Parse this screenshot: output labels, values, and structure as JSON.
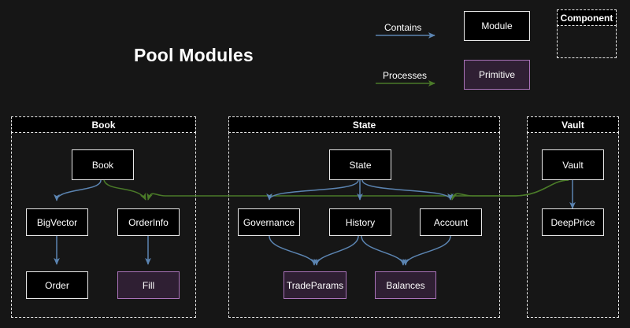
{
  "page": {
    "title": "Pool Modules",
    "background_color": "#161616"
  },
  "colors": {
    "module_fill": "#000000",
    "module_border": "#e8e8e8",
    "primitive_fill": "#2f1f33",
    "primitive_border": "#a972b8",
    "contains_arrow": "#5b84b1",
    "processes_arrow": "#4a7a28",
    "text": "#ffffff"
  },
  "legend": {
    "relations": [
      {
        "label": "Contains",
        "color": "#5b84b1"
      },
      {
        "label": "Processes",
        "color": "#4a7a28"
      }
    ],
    "shapes": [
      {
        "label": "Module",
        "kind": "module"
      },
      {
        "label": "Primitive",
        "kind": "primitive"
      }
    ],
    "component": {
      "label": "Component",
      "kind": "container"
    }
  },
  "containers": [
    {
      "name": "Book",
      "label": "Book"
    },
    {
      "name": "State",
      "label": "State"
    },
    {
      "name": "Vault",
      "label": "Vault"
    }
  ],
  "nodes": {
    "book": {
      "label": "Book",
      "kind": "module",
      "container": "Book"
    },
    "bigvector": {
      "label": "BigVector",
      "kind": "module",
      "container": "Book"
    },
    "orderinfo": {
      "label": "OrderInfo",
      "kind": "module",
      "container": "Book"
    },
    "order": {
      "label": "Order",
      "kind": "module",
      "container": "Book"
    },
    "fill": {
      "label": "Fill",
      "kind": "primitive",
      "container": "Book"
    },
    "state": {
      "label": "State",
      "kind": "module",
      "container": "State"
    },
    "governance": {
      "label": "Governance",
      "kind": "module",
      "container": "State"
    },
    "history": {
      "label": "History",
      "kind": "module",
      "container": "State"
    },
    "account": {
      "label": "Account",
      "kind": "module",
      "container": "State"
    },
    "tradeparams": {
      "label": "TradeParams",
      "kind": "primitive",
      "container": "State"
    },
    "balances": {
      "label": "Balances",
      "kind": "primitive",
      "container": "State"
    },
    "vault": {
      "label": "Vault",
      "kind": "module",
      "container": "Vault"
    },
    "deepprice": {
      "label": "DeepPrice",
      "kind": "module",
      "container": "Vault"
    }
  },
  "edges": [
    {
      "from": "book",
      "to": "bigvector",
      "relation": "Contains"
    },
    {
      "from": "book",
      "to": "order",
      "relation": "Contains",
      "via": "bigvector"
    },
    {
      "from": "orderinfo",
      "to": "fill",
      "relation": "Contains"
    },
    {
      "from": "state",
      "to": "governance",
      "relation": "Contains"
    },
    {
      "from": "state",
      "to": "history",
      "relation": "Contains"
    },
    {
      "from": "state",
      "to": "account",
      "relation": "Contains"
    },
    {
      "from": "governance",
      "to": "tradeparams",
      "relation": "Contains"
    },
    {
      "from": "history",
      "to": "tradeparams",
      "relation": "Contains"
    },
    {
      "from": "history",
      "to": "balances",
      "relation": "Contains"
    },
    {
      "from": "account",
      "to": "balances",
      "relation": "Contains"
    },
    {
      "from": "vault",
      "to": "deepprice",
      "relation": "Contains"
    },
    {
      "from": "book",
      "to": "orderinfo",
      "relation": "Processes"
    },
    {
      "from": "vault",
      "to": "orderinfo",
      "relation": "Processes"
    },
    {
      "from": "vault",
      "to": "account",
      "relation": "Processes"
    }
  ]
}
